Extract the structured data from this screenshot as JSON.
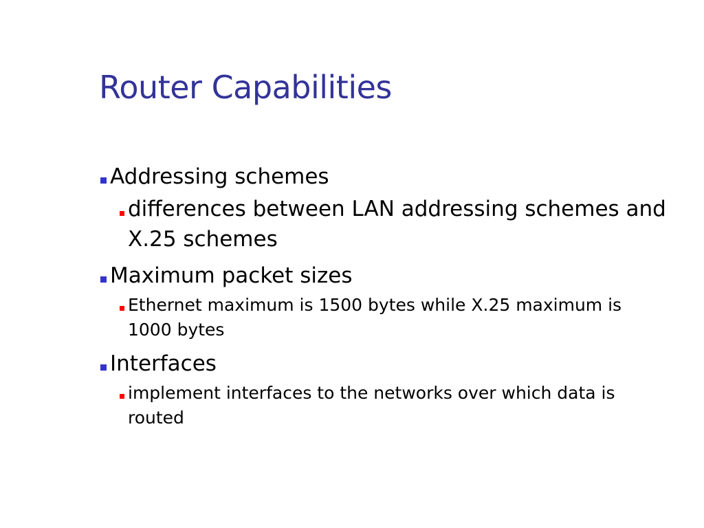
{
  "slide": {
    "title": "Router Capabilities",
    "colors": {
      "title": "#333399",
      "level1_bullet": "#3333cc",
      "level2_bullet": "#ff0000",
      "text": "#000000",
      "background": "#ffffff"
    },
    "bullets": [
      {
        "text": "Addressing schemes",
        "sub": {
          "size": "large",
          "text": "differences between LAN addressing schemes and X.25 schemes"
        }
      },
      {
        "text": "Maximum packet sizes",
        "sub": {
          "size": "small",
          "text": "Ethernet maximum is 1500 bytes while X.25 maximum is 1000 bytes"
        }
      },
      {
        "text": "Interfaces",
        "sub": {
          "size": "small",
          "text": "implement interfaces to the networks over which data is routed"
        }
      }
    ]
  }
}
